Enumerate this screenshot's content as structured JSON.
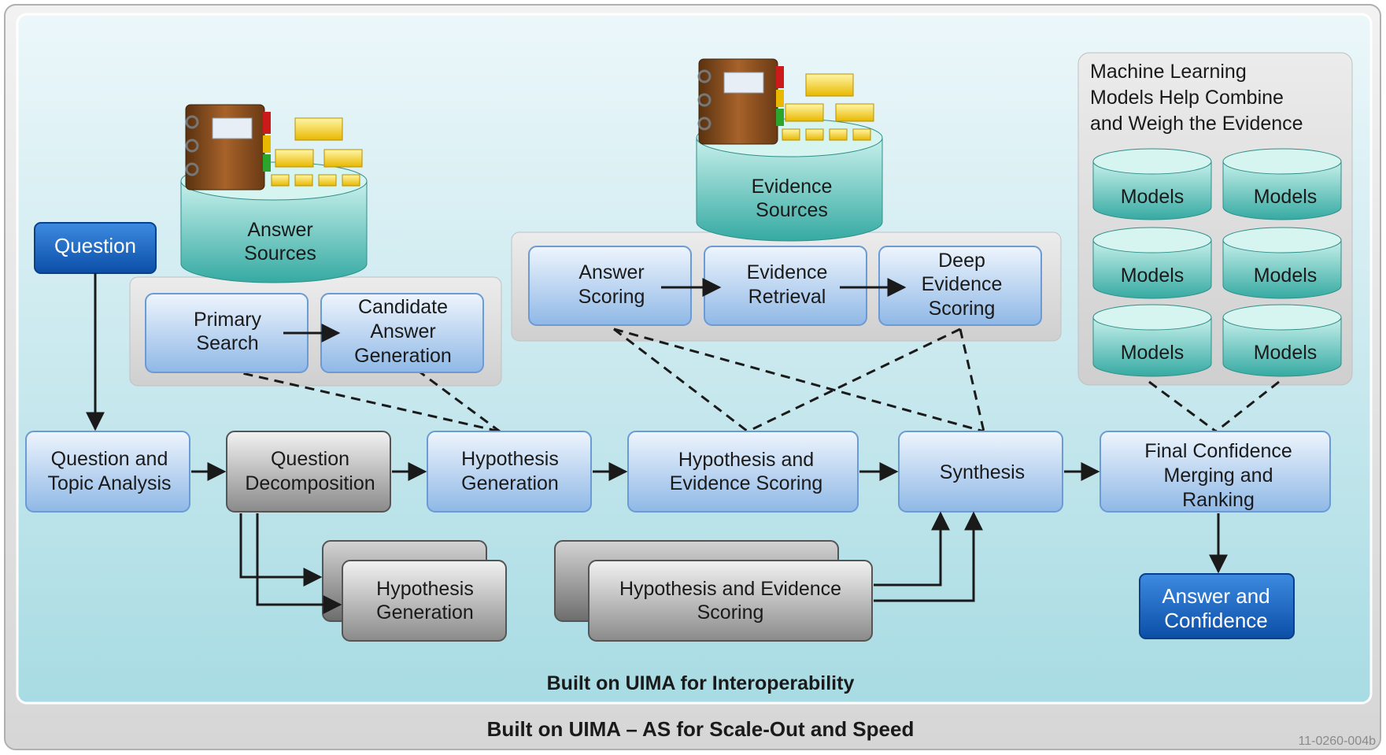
{
  "colors": {
    "outer_frame": "#e2e2e2",
    "inner_panel": "#c9e8ee",
    "blue_box": "#a9c9ea",
    "dark_blue_box": "#1565c0",
    "gray_box": "#9a9a9a",
    "cylinder_teal": "#3fb3ad"
  },
  "question": "Question",
  "answer_sources": [
    "Answer",
    "Sources"
  ],
  "evidence_sources": [
    "Evidence",
    "Sources"
  ],
  "primary_search": [
    "Primary",
    "Search"
  ],
  "candidate_answer_generation": [
    "Candidate",
    "Answer",
    "Generation"
  ],
  "answer_scoring": [
    "Answer",
    "Scoring"
  ],
  "evidence_retrieval": [
    "Evidence",
    "Retrieval"
  ],
  "deep_evidence_scoring": [
    "Deep",
    "Evidence",
    "Scoring"
  ],
  "ml_caption": [
    "Machine Learning",
    "Models Help Combine",
    "and Weigh the Evidence"
  ],
  "models": [
    "Models",
    "Models",
    "Models",
    "Models",
    "Models",
    "Models"
  ],
  "question_topic_analysis": [
    "Question and",
    "Topic Analysis"
  ],
  "question_decomposition": [
    "Question",
    "Decomposition"
  ],
  "hypothesis_generation": [
    "Hypothesis",
    "Generation"
  ],
  "hypothesis_evidence_scoring": [
    "Hypothesis and",
    "Evidence Scoring"
  ],
  "synthesis": "Synthesis",
  "final_confidence": [
    "Final Confidence",
    "Merging and",
    "Ranking"
  ],
  "hypothesis_generation_stack": [
    "Hypothesis",
    "Generation"
  ],
  "hypothesis_evidence_scoring_stack": [
    "Hypothesis and Evidence",
    "Scoring"
  ],
  "answer_confidence": [
    "Answer and",
    "Confidence"
  ],
  "inner_footer": "Built on UIMA for Interoperability",
  "outer_footer": "Built on UIMA – AS for Scale-Out and Speed",
  "figure_id": "11-0260-004b"
}
